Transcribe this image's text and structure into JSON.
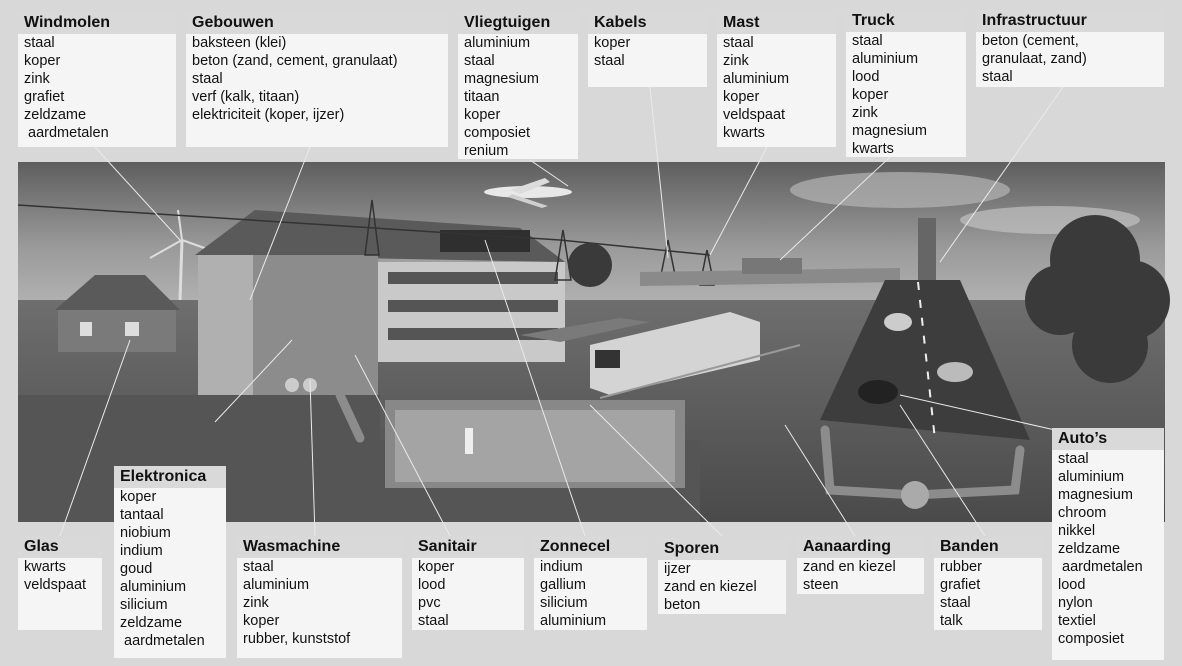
{
  "boxes": [
    {
      "title": "Windmolen",
      "items": [
        "staal",
        "koper",
        "zink",
        "grafiet",
        "zeldzame",
        " aardmetalen"
      ]
    },
    {
      "title": "Gebouwen",
      "items": [
        "baksteen (klei)",
        "beton (zand, cement, granulaat)",
        "staal",
        "verf (kalk, titaan)",
        "elektriciteit (koper, ijzer)"
      ]
    },
    {
      "title": "Vliegtuigen",
      "items": [
        "aluminium",
        "staal",
        "magnesium",
        "titaan",
        "koper",
        "composiet",
        "renium"
      ]
    },
    {
      "title": "Kabels",
      "items": [
        "koper",
        "staal"
      ]
    },
    {
      "title": "Mast",
      "items": [
        "staal",
        "zink",
        "aluminium",
        "koper",
        "veldspaat",
        "kwarts"
      ]
    },
    {
      "title": "Truck",
      "items": [
        "staal",
        "aluminium",
        "lood",
        "koper",
        "zink",
        "magnesium",
        "kwarts"
      ]
    },
    {
      "title": "Infrastructuur",
      "items": [
        "beton (cement,",
        "granulaat, zand)",
        "staal"
      ]
    },
    {
      "title": "Auto’s",
      "items": [
        "staal",
        "aluminium",
        "magnesium",
        "chroom",
        "nikkel",
        "zeldzame",
        " aardmetalen",
        "lood",
        "nylon",
        "textiel",
        "composiet"
      ]
    },
    {
      "title": "Elektronica",
      "items": [
        "koper",
        "tantaal",
        "niobium",
        "indium",
        "goud",
        "aluminium",
        "silicium",
        "zeldzame",
        " aardmetalen"
      ]
    },
    {
      "title": "Glas",
      "items": [
        "kwarts",
        "veldspaat"
      ]
    },
    {
      "title": "Wasmachine",
      "items": [
        "staal",
        "aluminium",
        "zink",
        "koper",
        "rubber, kunststof"
      ]
    },
    {
      "title": "Sanitair",
      "items": [
        "koper",
        "lood",
        "pvc",
        "staal"
      ]
    },
    {
      "title": "Zonnecel",
      "items": [
        "indium",
        "gallium",
        "silicium",
        "aluminium"
      ]
    },
    {
      "title": "Sporen",
      "items": [
        "ijzer",
        "zand en kiezel",
        "beton"
      ]
    },
    {
      "title": "Aanaarding",
      "items": [
        "zand en kiezel",
        "steen"
      ]
    },
    {
      "title": "Banden",
      "items": [
        "rubber",
        "grafiet",
        "staal",
        "talk"
      ]
    }
  ]
}
